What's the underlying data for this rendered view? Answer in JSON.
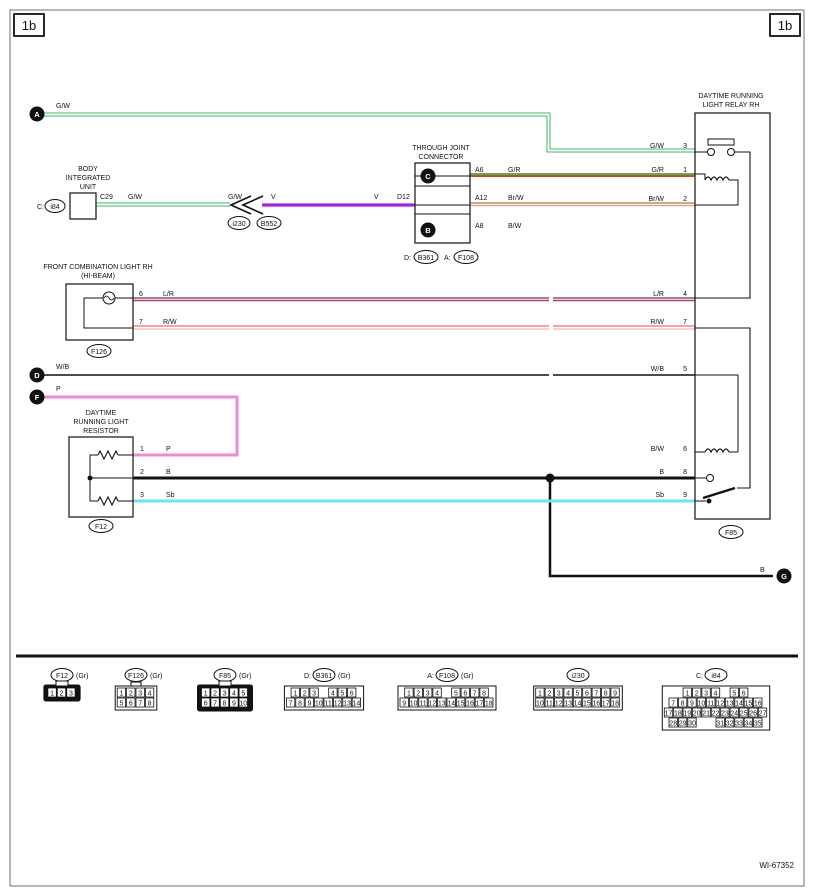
{
  "page": {
    "code": "1b",
    "footer_id": "WI-67352"
  },
  "colors": {
    "G/W": "#3fb86a",
    "V": "#a524e0",
    "G/R_upper": "#2e8a2e",
    "G/R_lower": "#c0521c",
    "Br/W_upper": "#8a5a2b",
    "Br/W_lower": "#d9a070",
    "L/R_upper": "#7a2a6a",
    "L/R_lower": "#b04060",
    "R/W_upper": "#e84a4a",
    "R/W_lower": "#f0a0a0",
    "W/B": "#111111",
    "P": "#ee8ad0",
    "B": "#111111",
    "Sb": "#6fe6ee"
  },
  "badges": [
    "A",
    "B",
    "C",
    "D",
    "F",
    "G"
  ],
  "relay": {
    "title1": "DAYTIME RUNNING",
    "title2": "LIGHT RELAY RH",
    "conn": "F85",
    "pins": [
      "3",
      "1",
      "2",
      "4",
      "7",
      "5",
      "6",
      "8",
      "9"
    ],
    "wires": [
      "G/W",
      "G/R",
      "Br/W",
      "L/R",
      "R/W",
      "W/B",
      "B/W",
      "B",
      "Sb"
    ]
  },
  "body_unit": {
    "line1": "BODY",
    "line2": "INTEGRATED",
    "line3": "UNIT",
    "prefix": "C:",
    "conn": "i84",
    "pin": "C29",
    "wire": "G/W"
  },
  "joint_conn": {
    "title1": "THROUGH JOINT",
    "title2": "CONNECTOR",
    "pins": [
      "A6",
      "A12",
      "A8"
    ],
    "wires": [
      "G/R",
      "Br/W",
      "B/W"
    ],
    "pin_in": "D12",
    "prefix_d": "D:",
    "conn_d": "B361",
    "prefix_a": "A:",
    "conn_a": "F108"
  },
  "inline_conn": {
    "wire_in": "G/W",
    "wire_out": "V",
    "wire_v": "V",
    "conn1": "i230",
    "conn2": "B552"
  },
  "front_light": {
    "title1": "FRONT COMBINATION LIGHT RH",
    "title2": "(HI-BEAM)",
    "conn": "F126",
    "pins": [
      "6",
      "7"
    ],
    "wires": [
      "L/R",
      "R/W"
    ]
  },
  "wire_a": "G/W",
  "wire_d": "W/B",
  "wire_f": "P",
  "wire_g": "B",
  "resistor": {
    "title1": "DAYTIME",
    "title2": "RUNNING LIGHT",
    "title3": "RESISTOR",
    "conn": "F12",
    "pins": [
      "1",
      "2",
      "3"
    ],
    "wires": [
      "P",
      "B",
      "Sb"
    ]
  },
  "legend": [
    {
      "prefix": "",
      "code": "F12",
      "color": "(Gr)",
      "rows": [
        [
          "1",
          "2",
          "3"
        ]
      ]
    },
    {
      "prefix": "",
      "code": "F126",
      "color": "(Gr)",
      "rows": [
        [
          "1",
          "2",
          "3",
          "4"
        ],
        [
          "5",
          "6",
          "7",
          "8"
        ]
      ]
    },
    {
      "prefix": "",
      "code": "F85",
      "color": "(Gr)",
      "rows": [
        [
          "1",
          "2",
          "3",
          "4",
          "5"
        ],
        [
          "6",
          "7",
          "8",
          "9",
          "10"
        ]
      ]
    },
    {
      "prefix": "D:",
      "code": "B361",
      "color": "(Gr)",
      "rows": [
        [
          "1",
          "2",
          "3",
          "",
          "4",
          "5",
          "6"
        ],
        [
          "7",
          "8",
          "9",
          "10",
          "11",
          "12",
          "13",
          "14"
        ]
      ]
    },
    {
      "prefix": "A:",
      "code": "F108",
      "color": "(Gr)",
      "rows": [
        [
          "1",
          "2",
          "3",
          "4",
          "",
          "5",
          "6",
          "7",
          "8"
        ],
        [
          "9",
          "10",
          "11",
          "12",
          "13",
          "14",
          "15",
          "16",
          "17",
          "18"
        ]
      ]
    },
    {
      "prefix": "",
      "code": "i230",
      "color": "",
      "rows": [
        [
          "1",
          "2",
          "3",
          "4",
          "5",
          "6",
          "7",
          "8",
          "9"
        ],
        [
          "10",
          "11",
          "12",
          "13",
          "14",
          "15",
          "16",
          "17",
          "18"
        ]
      ]
    },
    {
      "prefix": "C:",
      "code": "i84",
      "color": "",
      "rows": [
        [
          "1",
          "2",
          "3",
          "4",
          "",
          "5",
          "6"
        ],
        [
          "7",
          "8",
          "9",
          "10",
          "11",
          "12",
          "13",
          "14",
          "15",
          "16"
        ],
        [
          "17",
          "18",
          "19",
          "20",
          "21",
          "22",
          "23",
          "24",
          "25",
          "26",
          "27"
        ],
        [
          "28",
          "29",
          "30",
          "",
          "",
          "31",
          "32",
          "33",
          "34",
          "35"
        ]
      ]
    }
  ]
}
